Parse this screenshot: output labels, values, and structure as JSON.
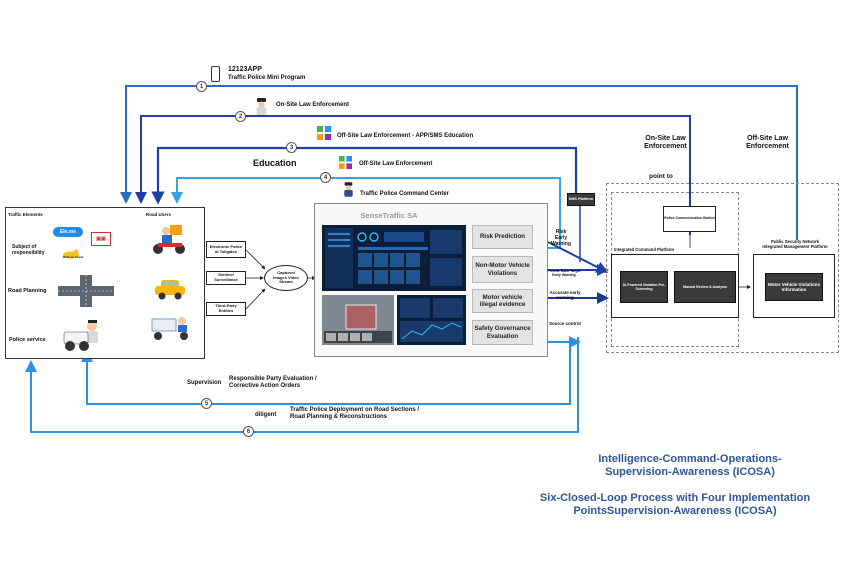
{
  "top_loop": {
    "app_line1": "12123APP",
    "app_line2": "Traffic Police Mini Program",
    "on_site": "On-Site Law Enforcement",
    "off_site_app_sms": "Off-Site Law Enforcement - APP/SMS Education",
    "education": "Education",
    "off_site": "Off-Site Law Enforcement",
    "command_center": "Traffic Police Command Center",
    "numbers": [
      "1",
      "2",
      "3",
      "4",
      "5",
      "6"
    ]
  },
  "left_panel": {
    "traffic_elements": "Traffic Elements",
    "road_users": "Road Users",
    "subject_line1": "Subject of",
    "subject_line2": "responsibility",
    "brand_badge": "Ele.me",
    "small_caption": "Ride-on brand",
    "road_planning": "Road Planning",
    "police_service": "Police service"
  },
  "inputs": {
    "items": [
      "Electronic Police at Tollgates",
      "Sentinel Surveillance",
      "Third-Party Entities"
    ],
    "capture": "Captured Images Video Stream"
  },
  "center_panel": {
    "title": "SenseTraffic SA",
    "risk_prediction": "Risk Prediction",
    "nonmotor": "Non-Motor Vehicle Violations",
    "motor_evidence": "Motor vehicle illegal evidence",
    "safety_eval": "Safety Governance Evaluation"
  },
  "right_labels": {
    "risk_early": "Risk Early Warning",
    "precise_target": "Precise Each Target Early Warning",
    "accurate": "Accurate early warning",
    "source_control": "Source control",
    "sms_platform": "SMS Platform"
  },
  "right_panel": {
    "on_site_law": "On-Site Law Enforcement",
    "off_site_law": "Off-Site Law Enforcement",
    "point_to": "point to",
    "police_comm_station": "Police Communication Station",
    "integrated_command": "Integrated Command Platform",
    "ai_powered": "AI-Powered Violation Pre-Screening",
    "manual_review": "Manual Review & Analysis",
    "psn_line1": "Public Security Network",
    "psn_line2": "Integrated Management Platform",
    "motor_violations": "Motor Vehicle Violations Information"
  },
  "bottom_loop": {
    "supervision": "Supervision",
    "responsible_line1": "Responsible Party Evaluation /",
    "responsible_line2": "Corrective Action Orders",
    "diligent": "diligent",
    "deployment_line1": "Traffic Police Deployment on Road Sections /",
    "deployment_line2": "Road Planning & Reconstructions"
  },
  "footer": {
    "line1": "Intelligence-Command-Operations-",
    "line2": "Supervision-Awareness (ICOSA)",
    "line3": "Six-Closed-Loop Process with Four Implementation",
    "line4": "PointsSupervision-Awareness (ICOSA)"
  },
  "colors": {
    "dark_blue": "#1f3fa6",
    "mid_blue": "#2b6cc4",
    "light_blue": "#36a3e0",
    "bright_blue": "#2f8fe0",
    "footer_blue": "#2f5597",
    "red_dashed": "#d0021b"
  },
  "icons": [
    "phone-icon",
    "police-officer-icon",
    "app-grid-icon",
    "delivery-rider-icon",
    "taxi-icon",
    "tricycle-icon",
    "police-car-icon",
    "intersection-icon",
    "duck-icon"
  ]
}
